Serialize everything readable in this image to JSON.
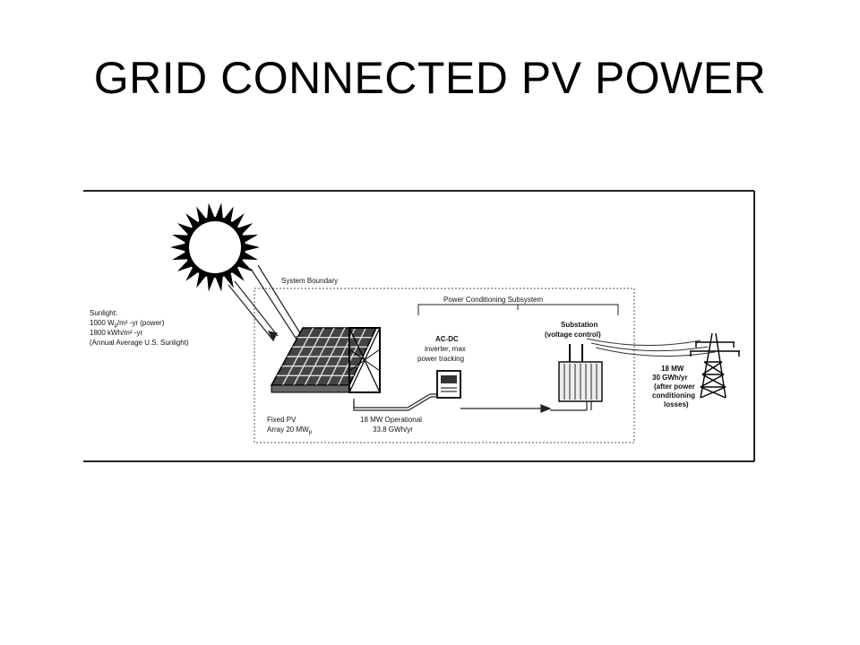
{
  "slide": {
    "title": "GRID CONNECTED PV POWER"
  },
  "diagram": {
    "system_boundary": "System Boundary",
    "power_conditioning": "Power Conditioning Subsystem",
    "sunlight": {
      "line1": "Sunlight:",
      "line2": "1000 W",
      "line2_sub": "p",
      "line2_rest": "/m² -yr (power)",
      "line3": "1800 kWh/m² -yr",
      "line4": "(Annual Average U.S. Sunlight)"
    },
    "array": {
      "line1": "Fixed PV",
      "line2": "Array 20 MW",
      "line2_sub": "p"
    },
    "operational": {
      "line1": "18 MW Operational",
      "line2": "33.8 GWh/yr"
    },
    "inverter": {
      "line1": "AC-DC",
      "line2": "inverter, max",
      "line3": "power tracking"
    },
    "substation": {
      "line1": "Substation",
      "line2": "(voltage control)"
    },
    "output": {
      "line1": "18 MW",
      "line2": "30 GWh/yr",
      "line3": "(after power",
      "line4": "conditioning",
      "line5": "losses)"
    }
  }
}
